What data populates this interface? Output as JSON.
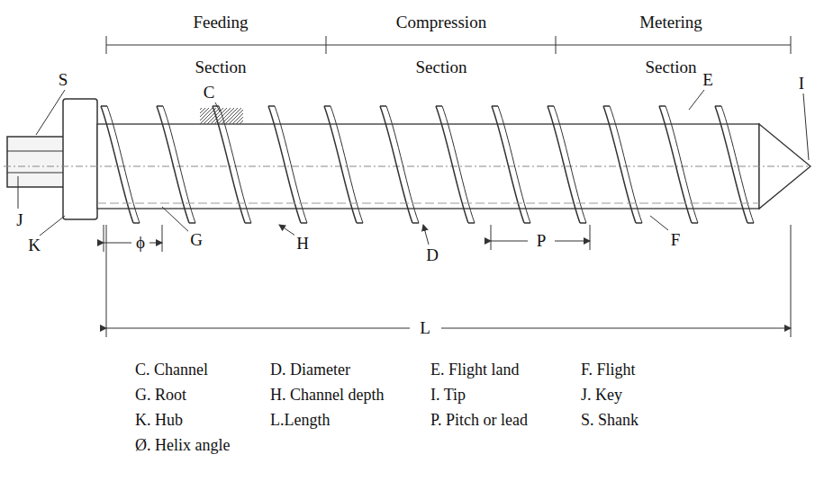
{
  "diagram": {
    "labels": [
      "Feeding Section",
      "Compression Section",
      "Metering Section",
      "S",
      "C",
      "I",
      "E",
      "J",
      "K",
      "G",
      "H",
      "D",
      "P",
      "F",
      "ϕ",
      "L",
      "C. Channel",
      "D. Diameter",
      "E. Flight land",
      "F. Flight",
      "G. Root",
      "H. Channel depth",
      "I. Tip",
      "J. Key",
      "K. Hub",
      "L.Length",
      "P. Pitch or lead",
      "S. Shank",
      "Ø. Helix angle"
    ]
  }
}
